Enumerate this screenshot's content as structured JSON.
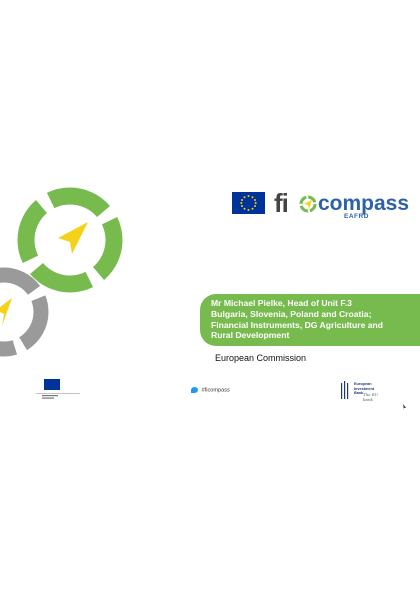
{
  "logos": {
    "fi_text": "fi",
    "compass_text": "compass",
    "sub_text": "EAFRD"
  },
  "speaker": {
    "line1": "Mr Michael Pielke, Head of Unit F.3",
    "line2": "Bulgaria, Slovenia, Poland and Croatia;",
    "line3": "Financial Instruments, DG Agriculture and",
    "line4": "Rural Development"
  },
  "organisation": "European Commission",
  "footer": {
    "twitter_handle": "#ficompass",
    "eib_line1": "European",
    "eib_line2": "Investment",
    "eib_line3": "Bank",
    "eib_tagline": "The EU bank"
  },
  "colors": {
    "green": "#77bb4e",
    "grey": "#9a9a9a",
    "yellow": "#f5d21a",
    "eu_blue": "#003399",
    "brand_blue": "#2d62a8"
  }
}
